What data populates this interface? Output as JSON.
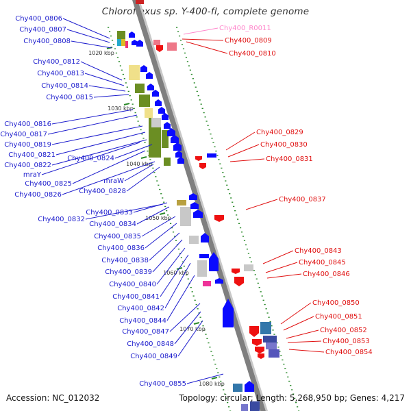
{
  "title": "Chloroflexus sp. Y-400-fl, complete genome",
  "footer": {
    "accession": "Accession: NC_012032",
    "topology": "Topology: circular; Length: 5,268,950 bp; Genes: 4,217"
  },
  "colors": {
    "backbone": "#7f7f7f",
    "forward_label": "#1c1ccd",
    "reverse_label": "#e01010",
    "rna_label": "#ff88cc",
    "forward_gene": "#0a0aff",
    "reverse_gene": "#ee1111",
    "tick": "#2a8a2a"
  },
  "kbp_ticks": [
    "1020 kbp",
    "1030 kbp",
    "1040 kbp",
    "1050 kbp",
    "1060 kbp",
    "1070 kbp",
    "1080 kbp"
  ],
  "forward_genes": [
    "Chy400_0806",
    "Chy400_0807",
    "Chy400_0808",
    "Chy400_0812",
    "Chy400_0813",
    "Chy400_0814",
    "Chy400_0815",
    "Chy400_0816",
    "Chy400_0817",
    "Chy400_0819",
    "Chy400_0821",
    "Chy400_0822",
    "Chy400_0824",
    "mraY",
    "Chy400_0825",
    "mraW",
    "Chy400_0826",
    "Chy400_0828",
    "Chy400_0833",
    "Chy400_0832",
    "Chy400_0834",
    "Chy400_0835",
    "Chy400_0836",
    "Chy400_0838",
    "Chy400_0839",
    "Chy400_0840",
    "Chy400_0841",
    "Chy400_0842",
    "Chy400_0844",
    "Chy400_0847",
    "Chy400_0848",
    "Chy400_0849",
    "Chy400_0855"
  ],
  "reverse_genes": [
    "Chy400_R0011",
    "Chy400_0809",
    "Chy400_0810",
    "Chy400_0829",
    "Chy400_0830",
    "Chy400_0831",
    "Chy400_0837",
    "Chy400_0843",
    "Chy400_0845",
    "Chy400_0846",
    "Chy400_0850",
    "Chy400_0851",
    "Chy400_0852",
    "Chy400_0853",
    "Chy400_0854"
  ]
}
